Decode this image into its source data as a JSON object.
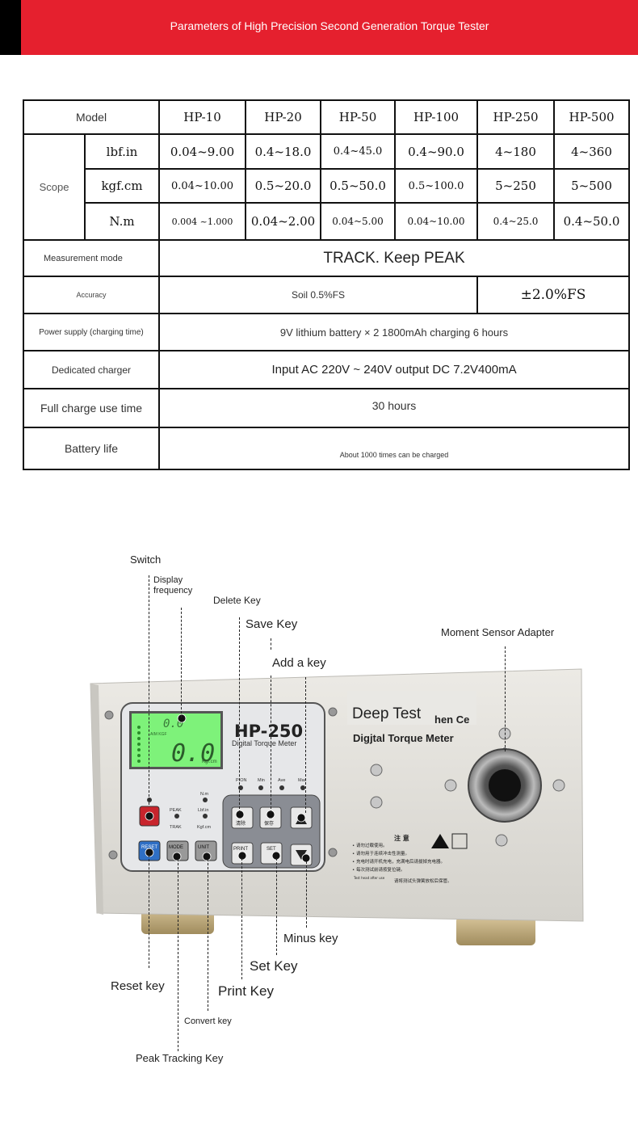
{
  "banner": {
    "title": "Parameters of High Precision Second Generation Torque Tester"
  },
  "table": {
    "model_label": "Model",
    "models": [
      "HP-10",
      "HP-20",
      "HP-50",
      "HP-100",
      "HP-250",
      "HP-500"
    ],
    "scope_label": "Scope",
    "scope_rows": [
      {
        "unit": "lbf.in",
        "values": [
          "0.04~9.00",
          "0.4~18.0",
          "0.4~45.0",
          "0.4~90.0",
          "4~180",
          "4~360"
        ]
      },
      {
        "unit": "kgf.cm",
        "values": [
          "0.04~10.00",
          "0.5~20.0",
          "0.5~50.0",
          "0.5~100.0",
          "5~250",
          "5~500"
        ]
      },
      {
        "unit": "N.m",
        "values": [
          "0.004 ~1.000",
          "0.04~2.00",
          "0.04~5.00",
          "0.04~10.00",
          "0.4~25.0",
          "0.4~50.0"
        ]
      }
    ],
    "measurement_mode_label": "Measurement mode",
    "measurement_mode_value": "TRACK. Keep PEAK",
    "accuracy_label": "Accuracy",
    "accuracy_value_1": "Soil 0.5%FS",
    "accuracy_value_2": "±2.0%FS",
    "power_label": "Power supply (charging time)",
    "power_value": "9V lithium battery × 2 1800mAh charging 6 hours",
    "charger_label": "Dedicated charger",
    "charger_value": "Input AC 220V ~ 240V output DC 7.2V400mA",
    "fullcharge_label": "Full charge use time",
    "fullcharge_value": "30 hours",
    "battery_label": "Battery life",
    "battery_value": "About 1000 times can be charged"
  },
  "device": {
    "model_text": "HP-250",
    "model_sub": "Digital Torque Meter",
    "brand_text": "Deep Test",
    "brand_suffix": "hen Ce",
    "brand_sub": "Digjtal Torque Meter",
    "lcd_small": "0.0",
    "lcd_big": "0.0",
    "lcd_unit": "Kgf.cm",
    "lcd_top_label": "AIM KGF",
    "indicators": [
      "PION",
      "Min",
      "Ave",
      "Max"
    ],
    "unit_labels": [
      "N.m",
      "Lbf.in",
      "Kgf.cm"
    ],
    "mode_labels": [
      "PEAK",
      "TRAK"
    ],
    "buttons": {
      "reset": "RESET",
      "mode": "MODE",
      "unit": "UNIT",
      "print": "PRINT",
      "set": "SET",
      "delete": "清除",
      "save": "保存"
    },
    "caution_title": "注  意",
    "caution_lines": [
      "• 请勿过载使用。",
      "• 请勿用于连续冲击性测量。",
      "• 充电时请开机充电，充满电后请拔掉充电器。",
      "• 每次测试前请按复位键。"
    ],
    "caution_tiny": "Test head after use",
    "caution_last": "请将测试头弹簧放松后保管。"
  },
  "annotations": {
    "switch": "Switch",
    "display_frequency": "Display\nfrequency",
    "delete_key": "Delete Key",
    "save_key": "Save Key",
    "add_key": "Add a key",
    "moment_sensor": "Moment Sensor Adapter",
    "minus_key": "Minus key",
    "set_key": "Set Key",
    "reset_key": "Reset key",
    "print_key": "Print Key",
    "convert_key": "Convert key",
    "peak_tracking_key": "Peak Tracking Key"
  },
  "colors": {
    "banner": "#e5202e",
    "lcd": "#7ef27a",
    "panel": "#e6e7e9"
  }
}
